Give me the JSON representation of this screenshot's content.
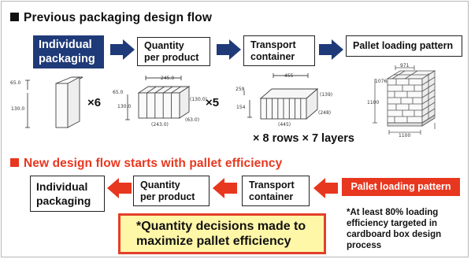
{
  "colors": {
    "navy": "#1f3a78",
    "red": "#e8371f",
    "callout_bg": "#fff7a8",
    "callout_border": "#e2402a"
  },
  "top": {
    "heading": "Previous packaging design flow",
    "steps": [
      {
        "line1": "Individual",
        "line2": "packaging"
      },
      {
        "line1": "Quantity",
        "line2": "per product"
      },
      {
        "line1": "Transport",
        "line2": "container"
      },
      {
        "line1": "Pallet loading pattern",
        "line2": ""
      }
    ]
  },
  "figures": {
    "box1": {
      "dims": [
        "65.0",
        "130.0"
      ],
      "multiplier": "×6"
    },
    "box2": {
      "dims": [
        "245.0",
        "65.0",
        "130.0",
        "(130.0)",
        "(243.0)",
        "(63.0)"
      ],
      "multiplier": "×5"
    },
    "box3": {
      "dims": [
        "455",
        "259",
        "154",
        "(139)",
        "(248)",
        "(445)"
      ]
    },
    "box4": {
      "dims": [
        "971",
        "1076",
        "1100",
        "1100"
      ]
    },
    "rows_layers": "× 8 rows × 7 layers"
  },
  "bottom": {
    "heading": "New design flow starts with pallet efficiency",
    "steps": [
      {
        "line1": "Individual",
        "line2": "packaging"
      },
      {
        "line1": "Quantity",
        "line2": "per product"
      },
      {
        "line1": "Transport",
        "line2": "container"
      },
      {
        "line1": "Pallet loading pattern",
        "line2": ""
      }
    ],
    "callout": {
      "line1": "*Quantity decisions made to",
      "line2": "maximize pallet efficiency"
    },
    "note": [
      "*At least 80% loading",
      "efficiency targeted in",
      "cardboard box design",
      "process"
    ]
  }
}
